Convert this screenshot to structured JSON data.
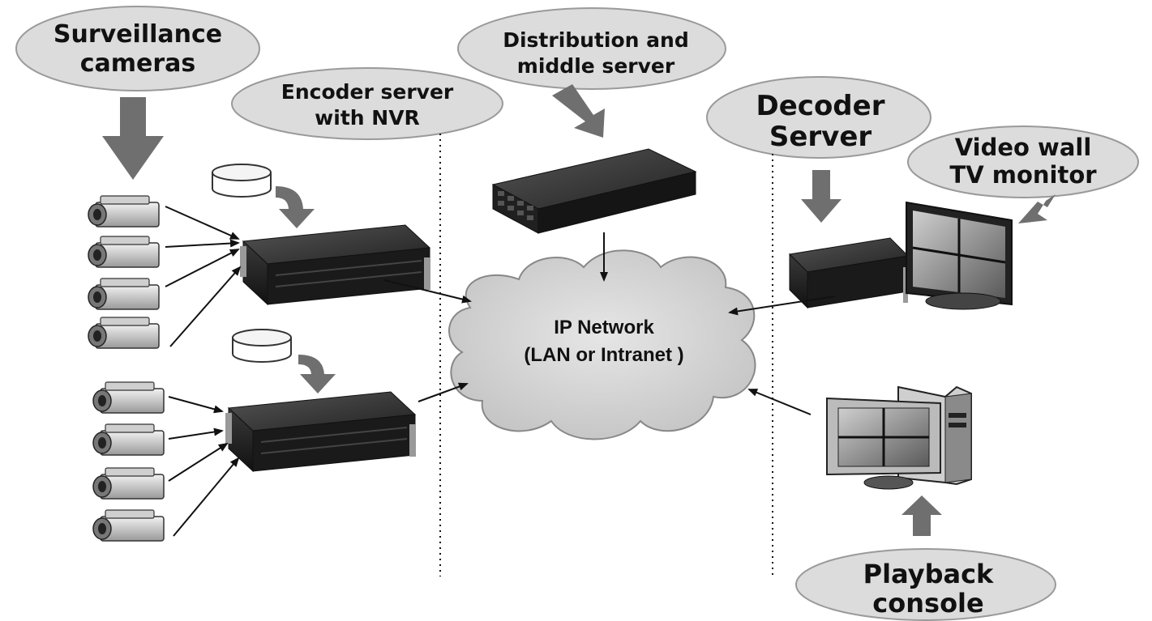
{
  "labels": {
    "surveillance_l1": "Surveillance",
    "surveillance_l2": "cameras",
    "encoder_l1": "Encoder server",
    "encoder_l2": "with NVR",
    "distribution_l1": "Distribution and",
    "distribution_l2": "middle server",
    "decoder_l1": "Decoder",
    "decoder_l2": "Server",
    "videowall_l1": "Video wall",
    "videowall_l2": "TV monitor",
    "playback_l1": "Playback",
    "playback_l2": "console",
    "network_l1": "IP Network",
    "network_l2": "(LAN or Intranet )"
  },
  "colors": {
    "bubble_fill": "#dcdcdc",
    "bubble_stroke": "#9a9a9a",
    "cloud_fill": "#d8d8d8",
    "block_arrow": "#6f6f6f",
    "server_body": "#1e1e1e",
    "line": "#111111"
  }
}
